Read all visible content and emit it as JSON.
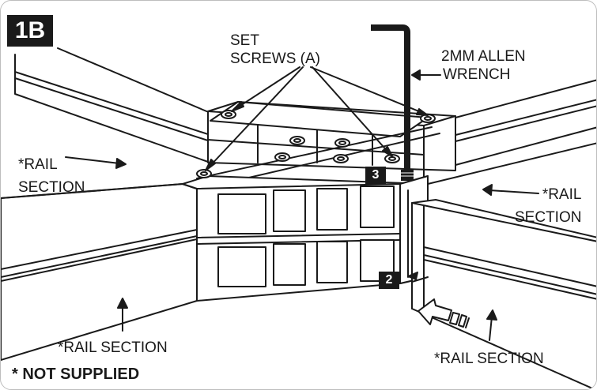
{
  "figure": {
    "badge": "1B",
    "labels": {
      "set_screws_line1": "SET",
      "set_screws_line2": "SCREWS (A)",
      "allen_line1": "2MM ALLEN",
      "allen_line2": "WRENCH",
      "rail_left_line1": "*RAIL",
      "rail_left_line2": "SECTION",
      "rail_right_line1": "*RAIL",
      "rail_right_line2": "SECTION",
      "rail_bottom_left": "*RAIL SECTION",
      "rail_bottom_right": "*RAIL SECTION"
    },
    "steps": {
      "step2": "2",
      "step3": "3"
    },
    "footnote": "* NOT SUPPLIED",
    "colors": {
      "ink": "#1a1a1a",
      "badge_bg": "#1a1a1a",
      "badge_text": "#ffffff"
    }
  }
}
